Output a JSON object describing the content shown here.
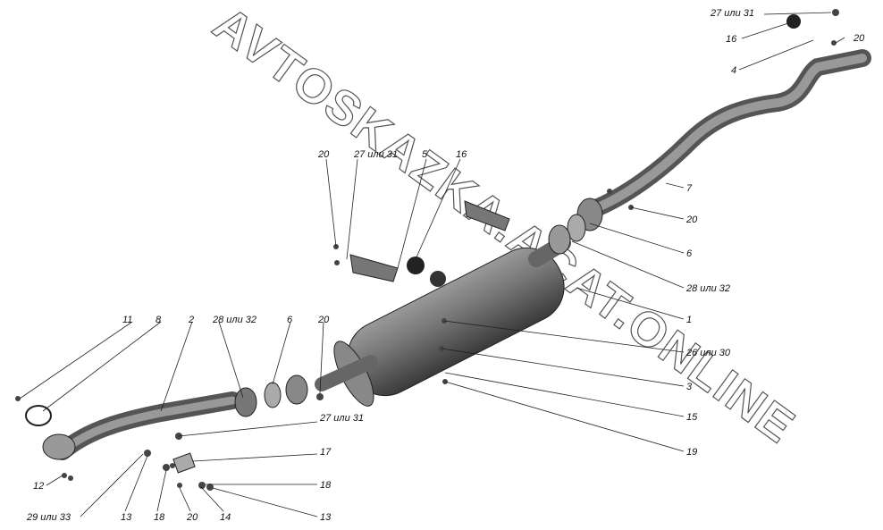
{
  "watermark": "AVTOSKAZKA.ACAT.ONLINE",
  "labels": [
    {
      "id": "l1",
      "text": "27 или 31"
    },
    {
      "id": "l2",
      "text": "16"
    },
    {
      "id": "l3",
      "text": "20"
    },
    {
      "id": "l4",
      "text": "4"
    },
    {
      "id": "l5",
      "text": "7"
    },
    {
      "id": "l6",
      "text": "20"
    },
    {
      "id": "l7",
      "text": "6"
    },
    {
      "id": "l8",
      "text": "28 или 32"
    },
    {
      "id": "l9",
      "text": "1"
    },
    {
      "id": "l10",
      "text": "26 или 30"
    },
    {
      "id": "l11",
      "text": "3"
    },
    {
      "id": "l12",
      "text": "15"
    },
    {
      "id": "l13",
      "text": "19"
    },
    {
      "id": "l14",
      "text": "20"
    },
    {
      "id": "l15",
      "text": "27 или 31"
    },
    {
      "id": "l16",
      "text": "5"
    },
    {
      "id": "l17",
      "text": "16"
    },
    {
      "id": "l18",
      "text": "11"
    },
    {
      "id": "l19",
      "text": "8"
    },
    {
      "id": "l20",
      "text": "2"
    },
    {
      "id": "l21",
      "text": "28 или 32"
    },
    {
      "id": "l22",
      "text": "6"
    },
    {
      "id": "l23",
      "text": "20"
    },
    {
      "id": "l24",
      "text": "27 или 31"
    },
    {
      "id": "l25",
      "text": "17"
    },
    {
      "id": "l26",
      "text": "18"
    },
    {
      "id": "l27",
      "text": "13"
    },
    {
      "id": "l28",
      "text": "14"
    },
    {
      "id": "l29",
      "text": "20"
    },
    {
      "id": "l30",
      "text": "18"
    },
    {
      "id": "l31",
      "text": "13"
    },
    {
      "id": "l32",
      "text": "29 или 33"
    },
    {
      "id": "l33",
      "text": "12"
    }
  ]
}
